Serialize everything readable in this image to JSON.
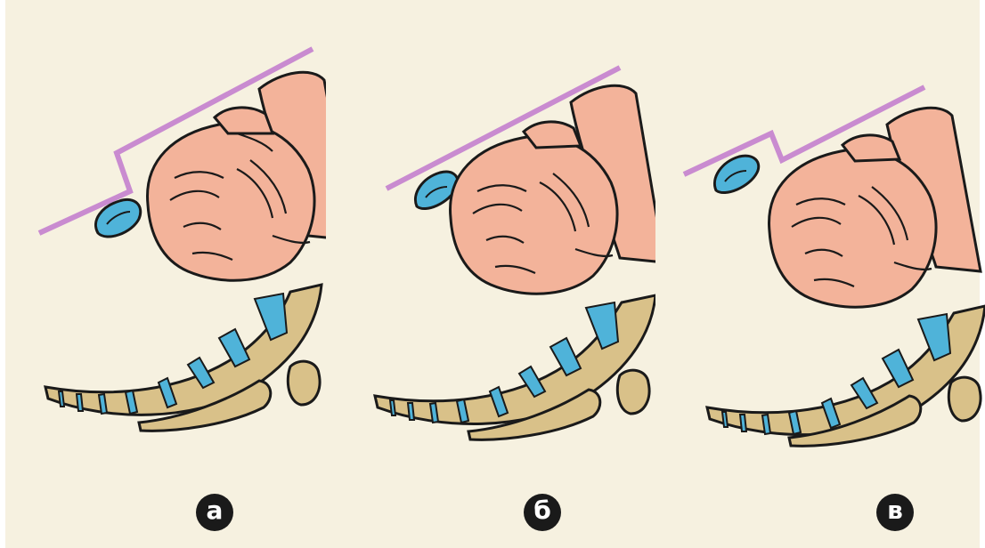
{
  "labels": {
    "a": "а",
    "b": "б",
    "c": "в"
  },
  "colors": {
    "background": "#f6f1e0",
    "skin": "#f3b39a",
    "outline": "#1a1a1a",
    "bone": "#d9c189",
    "disc": "#4fb3d9",
    "pillow": "#4fb3d9",
    "line": "#c98bd0"
  }
}
